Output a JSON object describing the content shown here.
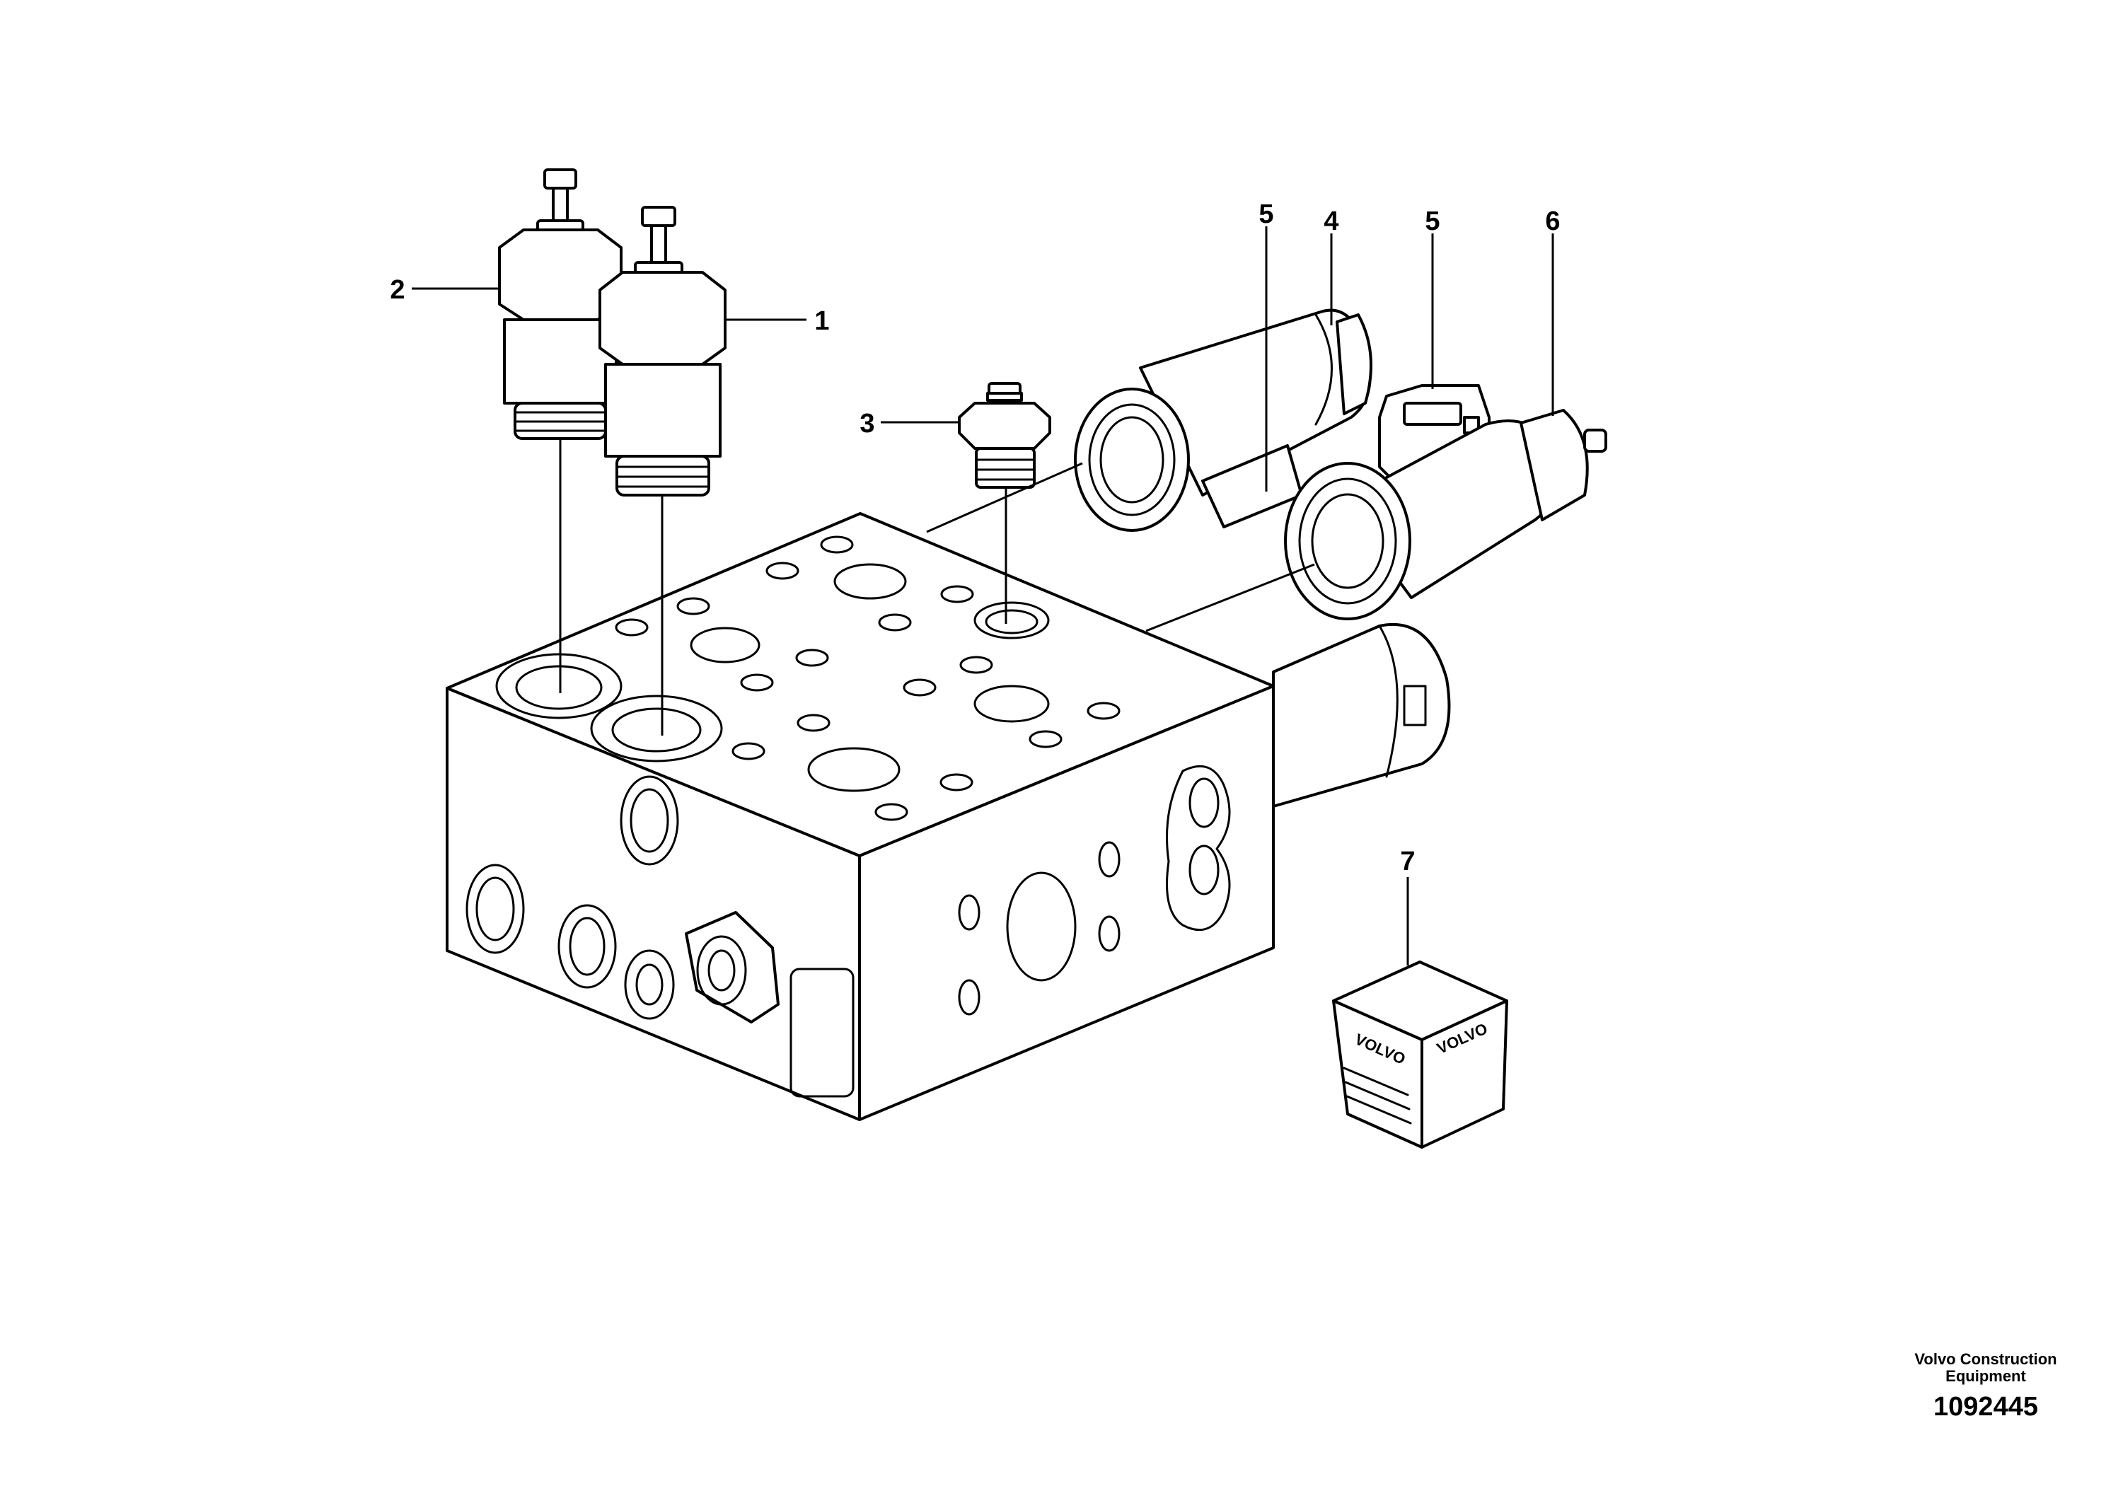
{
  "callouts": {
    "c1": "1",
    "c2": "2",
    "c3": "3",
    "c4": "4",
    "c5a": "5",
    "c5b": "5",
    "c6": "6",
    "c7": "7"
  },
  "kit_box": {
    "logo_left": "VOLVO",
    "logo_right": "VOLVO"
  },
  "footer": {
    "company_line1": "Volvo Construction",
    "company_line2": "Equipment",
    "drawing_number": "1092445"
  },
  "colors": {
    "line": "#000000",
    "background": "#ffffff"
  }
}
